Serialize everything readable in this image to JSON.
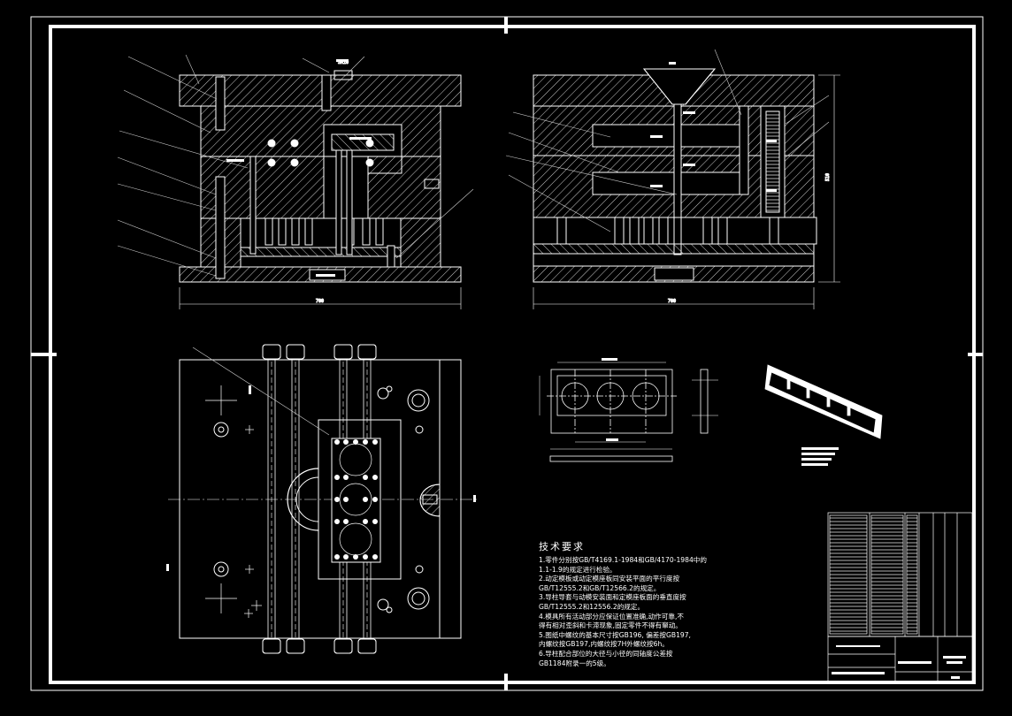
{
  "drawing": {
    "colors": {
      "background": "#000000",
      "line": "#ffffff",
      "leader": "#cccccc"
    },
    "dimensions": {
      "top_left_width": "700",
      "top_right_width": "700",
      "right_height": "510",
      "sprue_label": "SR10"
    },
    "tech_requirements": {
      "title": "技术要求",
      "lines": [
        "1.零件分别按GB/T4169.1-1984和GB/4170-1984中的",
        "1.1-1.9的规定进行检验。",
        "2.动定模板或动定模座板同安装平面的平行度按",
        "GB/T12555.2和GB/T12566.2的规定。",
        "3.导柱导套与动模安装面和定模座板面的垂直度按",
        "GB/T12555.2和12556.2的规定。",
        "4.模具所有活动部分应保证位置准确,动作可靠,不",
        "得有相对歪斜和卡滞现象,固定零件不得有窜动。",
        "5.图纸中螺纹的基本尺寸按GB196, 偏差按GB197,",
        "内螺纹按GB197,内螺纹按7H外螺纹按6h。",
        "6.导柱配合部位的大径与小径的同轴度公差按",
        "GB1184附录一的5级。"
      ]
    }
  }
}
